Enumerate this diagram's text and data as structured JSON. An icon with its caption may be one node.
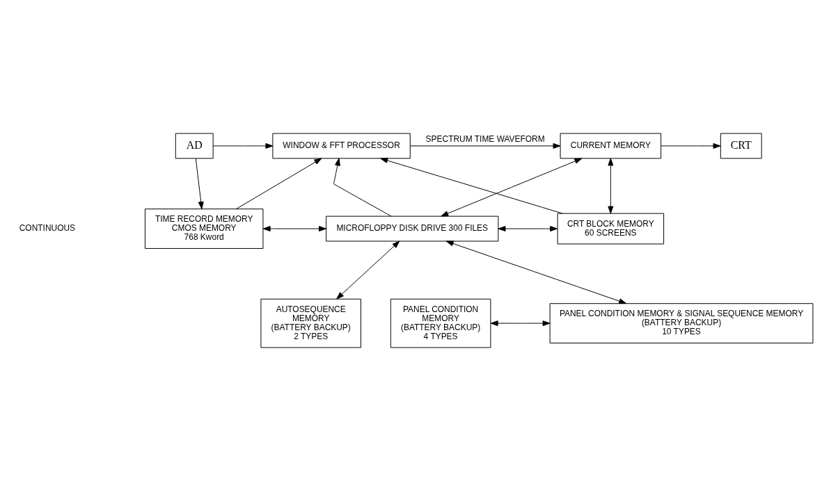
{
  "diagram": {
    "nodes": [
      {
        "text": [
          "AD"
        ]
      },
      {
        "text": [
          "WINDOW & FFT PROCESSOR"
        ]
      },
      {
        "text": [
          "CURRENT MEMORY"
        ]
      },
      {
        "text": [
          "CRT"
        ]
      },
      {
        "text": [
          "TIME RECORD MEMORY",
          "CMOS MEMORY",
          "768 Kword"
        ]
      },
      {
        "text": [
          "MICROFLOPPY DISK DRIVE 300 FILES"
        ]
      },
      {
        "text": [
          "CRT BLOCK MEMORY",
          "60 SCREENS"
        ]
      },
      {
        "text": [
          "AUTOSEQUENCE",
          "MEMORY",
          "(BATTERY BACKUP)",
          "2 TYPES"
        ]
      },
      {
        "text": [
          "PANEL CONDITION",
          "MEMORY",
          "(BATTERY BACKUP)",
          "4 TYPES"
        ]
      },
      {
        "text": [
          "PANEL CONDITION MEMORY & SIGNAL SEQUENCE MEMORY",
          "(BATTERY BACKUP)",
          "10 TYPES"
        ]
      }
    ],
    "edges": [
      {
        "from": 0,
        "to": 1,
        "arrow": "to"
      },
      {
        "from": 0,
        "to": 4,
        "arrow": "to"
      },
      {
        "from": 6,
        "to": 1,
        "arrow": "to"
      },
      {
        "from": 1,
        "to": 2,
        "arrow": "to",
        "label": "SPECTRUM TIME WAVEFORM"
      },
      {
        "from": 2,
        "to": 3,
        "arrow": "to"
      },
      {
        "from": 4,
        "to": 1,
        "arrow": "to"
      },
      {
        "from": 5,
        "to": 1,
        "arrow": "to"
      },
      {
        "from": 2,
        "to": 5,
        "arrow": "both"
      },
      {
        "from": 2,
        "to": 6,
        "arrow": "both"
      },
      {
        "from": 4,
        "to": 5,
        "arrow": "both"
      },
      {
        "from": 5,
        "to": 6,
        "arrow": "both"
      },
      {
        "from": 5,
        "to": 7,
        "arrow": "both"
      },
      {
        "from": 5,
        "to": 9,
        "arrow": "both"
      },
      {
        "from": 8,
        "to": 9,
        "arrow": "both"
      }
    ],
    "labels": [
      "CONTINUOUS"
    ]
  }
}
